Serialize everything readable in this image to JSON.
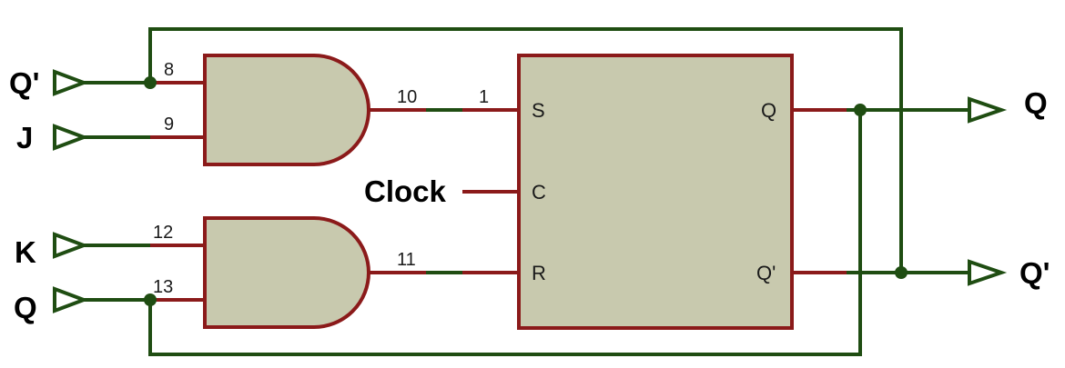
{
  "inputs": {
    "qbar": "Q'",
    "j": "J",
    "k": "K",
    "q": "Q"
  },
  "outputs": {
    "q": "Q",
    "qbar": "Q'"
  },
  "clock": "Clock",
  "pins": {
    "and1_in_a": "8",
    "and1_in_b": "9",
    "and1_out": "10",
    "sr_s_pin": "1",
    "and2_in_a": "12",
    "and2_in_b": "13",
    "and2_out": "11"
  },
  "sr_flipflop": {
    "s": "S",
    "c": "C",
    "r": "R",
    "q": "Q",
    "qbar": "Q'"
  },
  "colors": {
    "wire_green": "#1f4d12",
    "wire_red": "#8b1a1a",
    "component_fill": "#c8c9ae"
  }
}
